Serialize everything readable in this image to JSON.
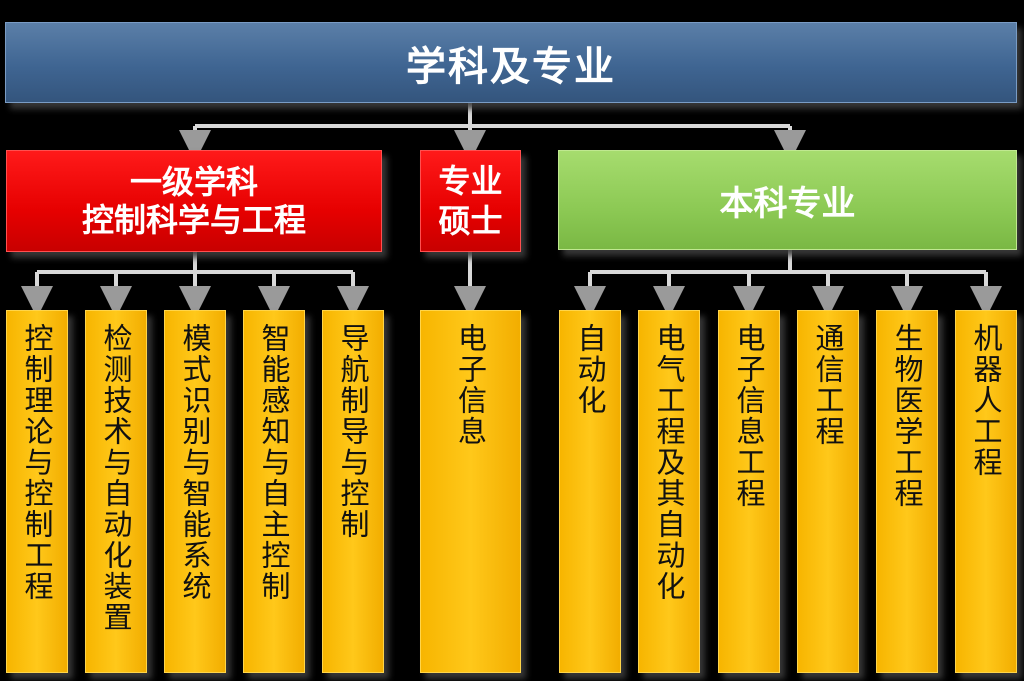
{
  "root": {
    "label": "学科及专业"
  },
  "groups": {
    "discipline": {
      "line1": "一级学科",
      "line2": "控制科学与工程"
    },
    "masters": {
      "label": "专业\n硕士"
    },
    "undergrad": {
      "label": "本科专业"
    }
  },
  "leaves": [
    "控制理论与控制工程",
    "检测技术与自动化装置",
    "模式识别与智能系统",
    "智能感知与自主控制",
    "导航制导与控制",
    "电子信息",
    "自动化",
    "电气工程及其自动化",
    "电子信息工程",
    "通信工程",
    "生物医学工程",
    "机器人工程"
  ],
  "colors": {
    "root": "#3f6592",
    "discipline": "#e60000",
    "masters": "#e60000",
    "undergrad": "#8cc954",
    "leaf": "#ffc000",
    "connector": "#d9d9d9"
  }
}
